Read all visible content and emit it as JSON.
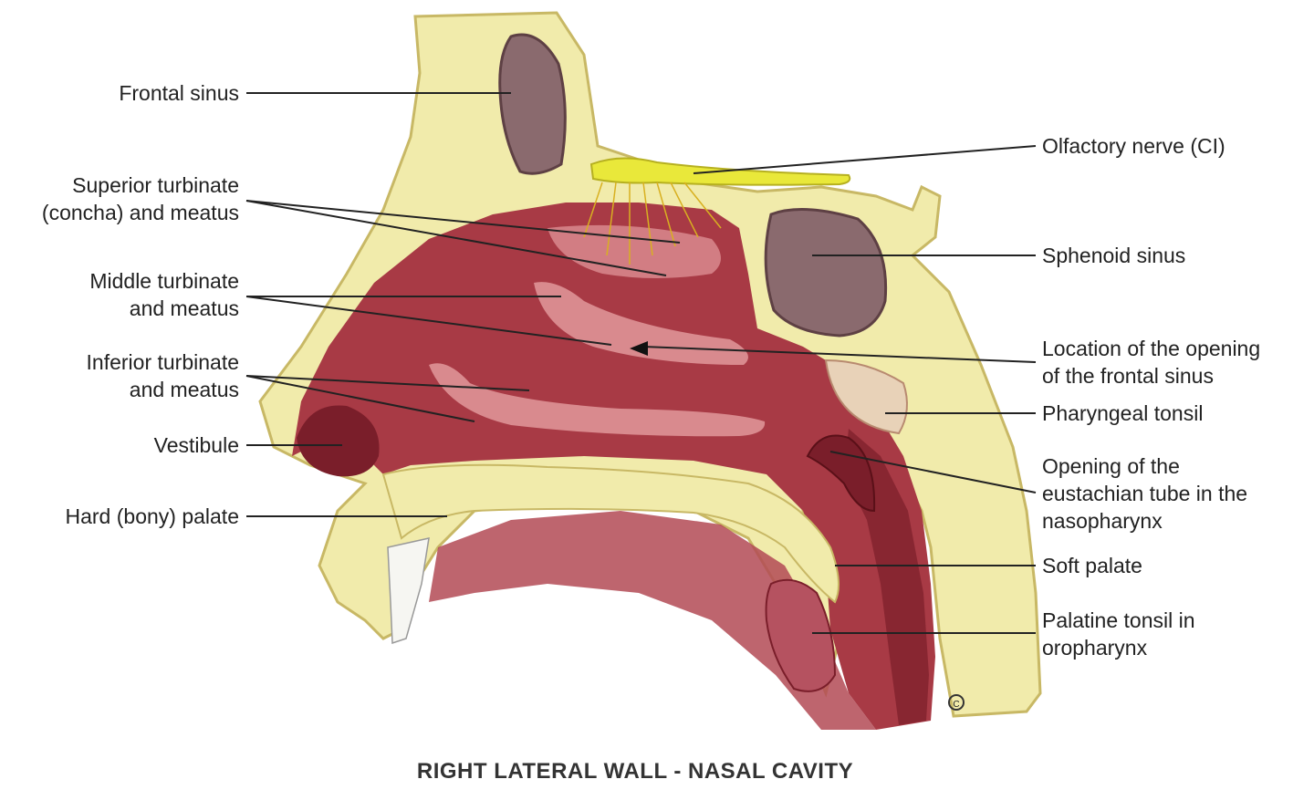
{
  "caption": "RIGHT LATERAL WALL - NASAL CAVITY",
  "signature": "C",
  "colors": {
    "bone": "#f1ebab",
    "bone_edge": "#c8b865",
    "mucosa": "#a83a45",
    "mucosa_dark": "#7a1e2a",
    "turbinate": "#d98a8e",
    "sinus": "#8a6a6e",
    "nerve": "#e9e83a",
    "tonsil": "#b55260"
  },
  "labels": {
    "frontal_sinus": [
      "Frontal sinus"
    ],
    "superior_turbinate": [
      "Superior turbinate",
      "(concha) and meatus"
    ],
    "middle_turbinate": [
      "Middle turbinate",
      "and meatus"
    ],
    "inferior_turbinate": [
      "Inferior turbinate",
      "and meatus"
    ],
    "vestibule": [
      "Vestibule"
    ],
    "hard_palate": [
      "Hard (bony) palate"
    ],
    "olfactory_nerve": [
      "Olfactory nerve (CI)"
    ],
    "sphenoid_sinus": [
      "Sphenoid sinus"
    ],
    "frontal_sinus_opening": [
      "Location of the opening",
      "of the frontal sinus"
    ],
    "pharyngeal_tonsil": [
      "Pharyngeal tonsil"
    ],
    "eustachian_tube": [
      "Opening of the",
      "eustachian tube in the",
      "nasopharynx"
    ],
    "soft_palate": [
      "Soft palate"
    ],
    "palatine_tonsil": [
      "Palatine tonsil in",
      "oropharynx"
    ]
  }
}
